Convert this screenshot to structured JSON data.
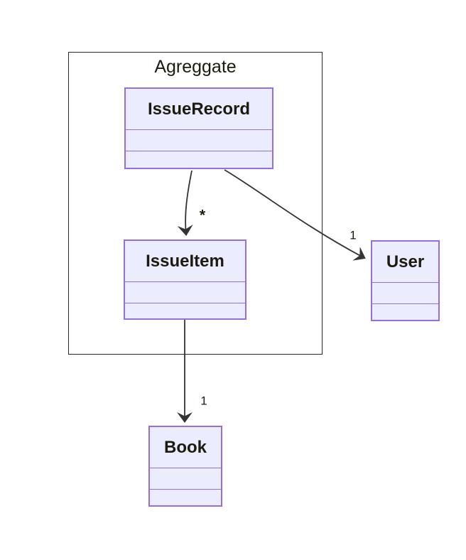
{
  "diagram": {
    "type": "uml-class-diagram",
    "aggregate": {
      "label": "Agreggate"
    },
    "classes": [
      {
        "name": "IssueRecord",
        "inside_aggregate": true,
        "compartments_empty": 2
      },
      {
        "name": "IssueItem",
        "inside_aggregate": true,
        "compartments_empty": 2
      },
      {
        "name": "User",
        "inside_aggregate": false,
        "compartments_empty": 2
      },
      {
        "name": "Book",
        "inside_aggregate": false,
        "compartments_empty": 2
      }
    ],
    "relations": [
      {
        "from": "IssueRecord",
        "to": "IssueItem",
        "multiplicity": "*",
        "arrow": "solid-open-arrowhead"
      },
      {
        "from": "IssueRecord",
        "to": "User",
        "multiplicity": "1",
        "arrow": "solid-open-arrowhead"
      },
      {
        "from": "IssueItem",
        "to": "Book",
        "multiplicity": "1",
        "arrow": "solid-open-arrowhead"
      }
    ],
    "colors": {
      "node_fill": "#ECECFF",
      "node_border": "#9370DB",
      "edge": "#333333",
      "aggregate_border": "#2b2b2b",
      "text": "#1b1b0f",
      "background": "#ffffff"
    }
  }
}
